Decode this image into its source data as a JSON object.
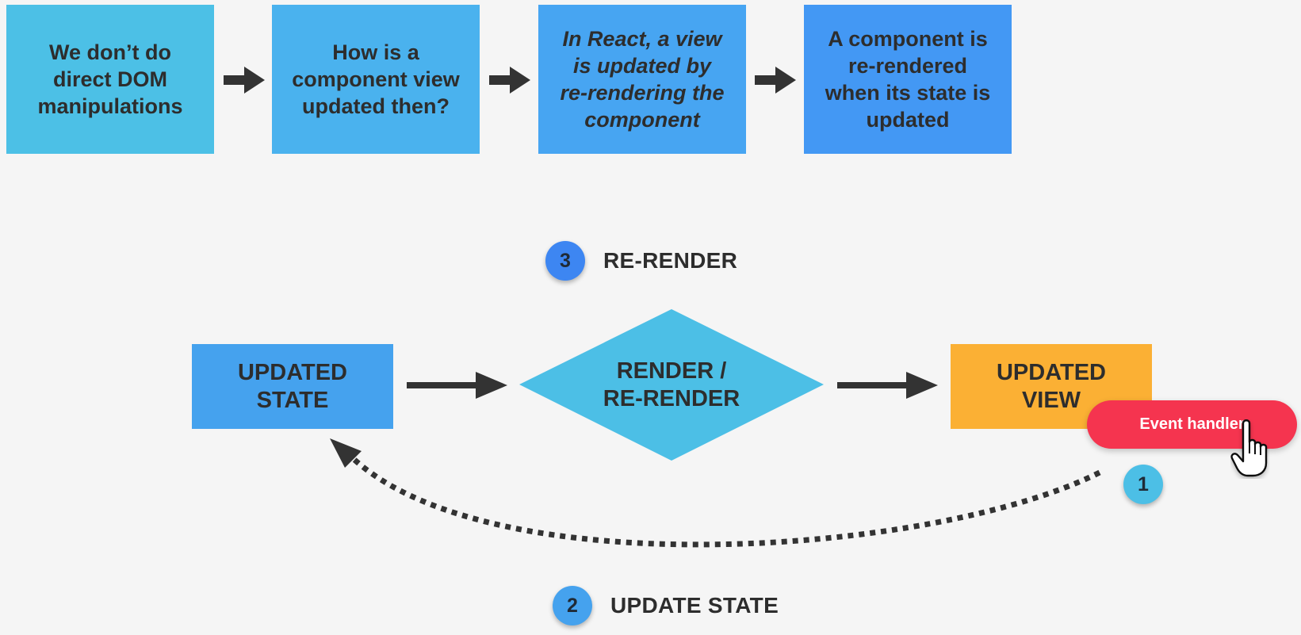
{
  "colors": {
    "background": "#f5f5f5",
    "card_1": "#4cc0e6",
    "card_2": "#4ab2ee",
    "card_3": "#47a5f2",
    "card_4": "#4398f4",
    "updated_state": "#45a2ee",
    "render_diamond": "#4cbfe6",
    "updated_view": "#fbb034",
    "event_handler": "#f5344f",
    "badge_1": "#4cbfe6",
    "badge_2": "#45a2ee",
    "badge_3": "#3d86f2",
    "arrow": "#333333"
  },
  "top_flow": {
    "cards": [
      {
        "text": "We don’t do\ndirect DOM\nmanipulations",
        "italic": false
      },
      {
        "text": "How is a\ncomponent view\nupdated then?",
        "italic": false
      },
      {
        "text": "In React, a view\nis updated by\nre-rendering the\ncomponent",
        "italic": true
      },
      {
        "text": "A component is\nre-rendered\nwhen its state is\nupdated",
        "italic": false
      }
    ]
  },
  "cycle": {
    "updated_state": "UPDATED\nSTATE",
    "render": "RENDER /\nRE-RENDER",
    "updated_view": "UPDATED\nVIEW",
    "event_handler": "Event handler",
    "steps": [
      {
        "number": "1",
        "label": ""
      },
      {
        "number": "2",
        "label": "UPDATE STATE"
      },
      {
        "number": "3",
        "label": "RE-RENDER"
      }
    ]
  },
  "icons": {
    "arrow": "arrow-right-icon",
    "cursor": "hand-pointer-icon",
    "curved_arrow": "dotted-curved-arrow-icon"
  }
}
